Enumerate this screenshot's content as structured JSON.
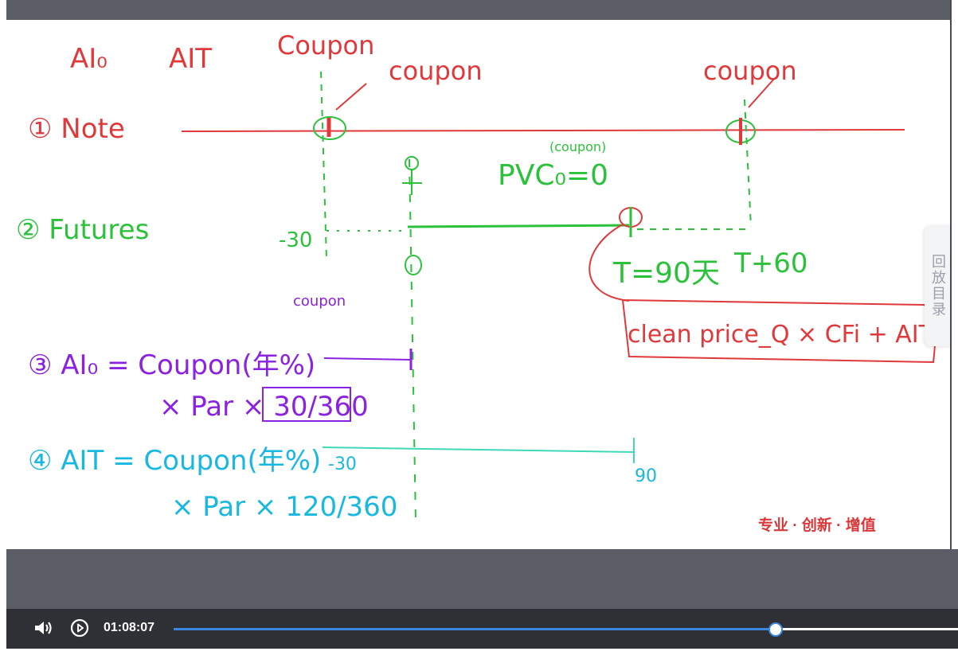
{
  "board": {
    "header_ai0": "AI₀",
    "header_ait": "AIT",
    "coupon_top_left": "Coupon",
    "coupon_arrow": "coupon",
    "coupon_top_right": "coupon",
    "row1": "① Note",
    "row2": "② Futures",
    "pvc": "PVC₀=0",
    "pvc_sup": "(coupon)",
    "minus30": "-30",
    "zero": "0",
    "t90": "T=90天",
    "t60": "T+60",
    "formula_box": "clean price_Q × CFi + AIT",
    "coupon_small": "coupon",
    "row3_line1": "③ AI₀ = Coupon(年%)",
    "row3_line2": "× Par × 30/360",
    "row4_line1": "④ AIT = Coupon(年%)",
    "row4_line2": "× Par × 120/360",
    "minus30_b": "-30",
    "ninety": "90"
  },
  "sidetab": "回放目录",
  "watermark": "专业 · 创新 · 增值",
  "player": {
    "time": "01:08:07",
    "progress_percent": 76.6,
    "accent": "#3a86e0"
  },
  "colors": {
    "red": "#e0393b",
    "green": "#2cc13a",
    "purple": "#8a22e0",
    "cyan": "#19b8e0",
    "teal": "#3fd9b8"
  }
}
